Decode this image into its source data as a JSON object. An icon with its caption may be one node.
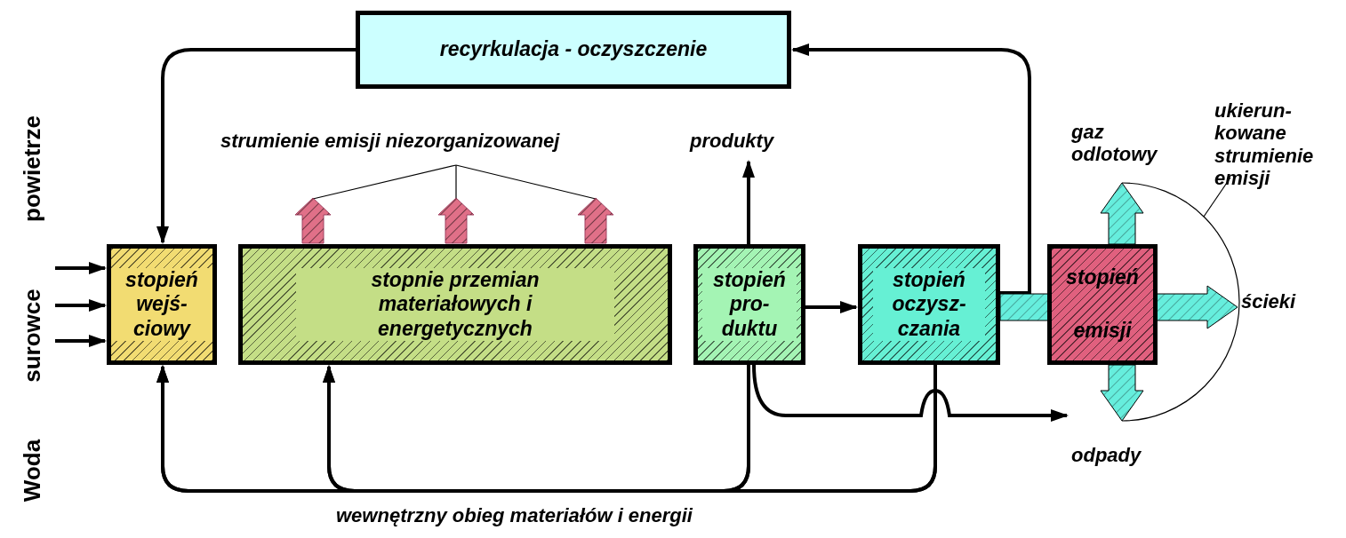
{
  "diagram": {
    "nodes": [
      {
        "text": [
          "recyrkulacja - oczyszczenie"
        ]
      },
      {
        "text": [
          "stopień wejś- ciowy"
        ]
      },
      {
        "text": [
          "stopnie przemian materiałowych i energetycznych"
        ]
      },
      {
        "text": [
          "stopień pro- duktu"
        ]
      },
      {
        "text": [
          "stopień oczysz- czania"
        ]
      },
      {
        "text": [
          "stopień emisji"
        ]
      },
      {
        "text": [
          "produkty"
        ]
      },
      {
        "text": [
          "gaz odlotowy"
        ]
      },
      {
        "text": [
          "ścieki"
        ]
      },
      {
        "text": [
          "odpady"
        ]
      },
      {
        "text": [
          "strumienie emisji niezorganizowanej"
        ]
      },
      {
        "text": [],
        "shape": "arrow"
      },
      {
        "text": [],
        "shape": "arrow"
      },
      {
        "text": [],
        "shape": "arrow"
      },
      {
        "text": [
          "ukierun- kowane strumienie emisji"
        ]
      }
    ],
    "edges": [
      {
        "from": 0,
        "to": 1,
        "arrow": "to"
      },
      {
        "from": 4,
        "to": 0,
        "arrow": "to"
      },
      {
        "from": null,
        "to": 1,
        "arrow": "to"
      },
      {
        "from": null,
        "to": 1,
        "arrow": "to"
      },
      {
        "from": null,
        "to": 1,
        "arrow": "to"
      },
      {
        "from": 3,
        "to": 6,
        "arrow": "to"
      },
      {
        "from": 3,
        "to": 4,
        "arrow": "to"
      },
      {
        "from": 4,
        "to": 8,
        "arrow": "to",
        "style": "thick",
        "color": "#66eedd"
      },
      {
        "from": 5,
        "to": 7,
        "arrow": "to",
        "style": "thick",
        "color": "#66eedd"
      },
      {
        "from": 5,
        "to": 9,
        "arrow": "to",
        "style": "thick",
        "color": "#66eedd"
      },
      {
        "from": 3,
        "to": 9,
        "arrow": "to"
      },
      {
        "from": 4,
        "to": 1,
        "arrow": "to"
      },
      {
        "from": 4,
        "to": 2,
        "arrow": "to"
      },
      {
        "from": 3,
        "to": 1,
        "arrow": "to"
      },
      {
        "from": 3,
        "to": 2,
        "arrow": "to"
      },
      {
        "from": 10,
        "to": 11,
        "arrow": "none"
      },
      {
        "from": 10,
        "to": 12,
        "arrow": "none"
      },
      {
        "from": 10,
        "to": 13,
        "arrow": "none"
      },
      {
        "from": 14,
        "to": null,
        "arrow": "none"
      }
    ],
    "labels": [
      "powietrze",
      "surowce",
      "Woda",
      "wewnętrzny obieg materiałów i energii"
    ]
  }
}
